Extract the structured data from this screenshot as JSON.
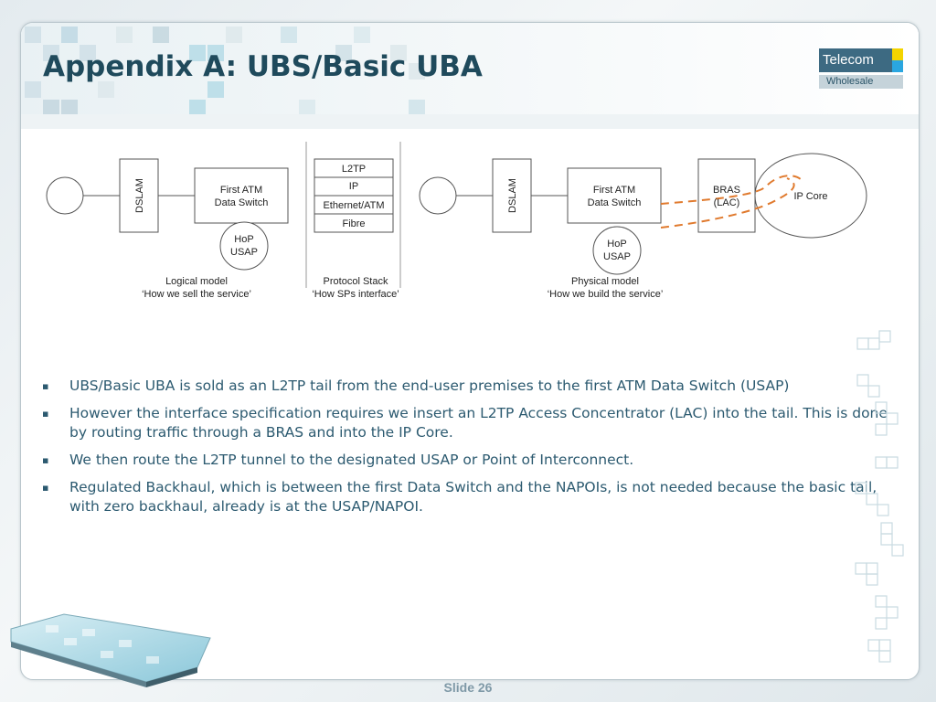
{
  "slide": {
    "title": "Appendix A: UBS/Basic UBA",
    "footer": "Slide 26"
  },
  "logo": {
    "top_text": "Telecom",
    "bottom_text": "Wholesale",
    "colors": {
      "dark": "#3d6a82",
      "yellow": "#f3d400",
      "blue": "#2aa6e0",
      "light": "#c5d3da"
    }
  },
  "diagram": {
    "logical": {
      "dslam": "DSLAM",
      "switch_line1": "First ATM",
      "switch_line2": "Data Switch",
      "hop_line1": "HoP",
      "hop_line2": "USAP",
      "caption_line1": "Logical model",
      "caption_line2": "‘How we sell the service’"
    },
    "stack": {
      "layers": [
        "L2TP",
        "IP",
        "Ethernet/ATM",
        "Fibre"
      ],
      "caption_line1": "Protocol Stack",
      "caption_line2": "‘How SPs interface’"
    },
    "physical": {
      "dslam": "DSLAM",
      "switch_line1": "First ATM",
      "switch_line2": "Data Switch",
      "hop_line1": "HoP",
      "hop_line2": "USAP",
      "bras_line1": "BRAS",
      "bras_line2": "(LAC)",
      "ip_core": "IP Core",
      "caption_line1": "Physical model",
      "caption_line2": "‘How we build the service’"
    },
    "colors": {
      "tunnel": "#e07a2e",
      "stroke": "#555555"
    }
  },
  "bullets": [
    "UBS/Basic UBA is sold as an L2TP tail from the end-user premises to the first ATM Data Switch (USAP)",
    "However the interface specification requires we insert an L2TP Access Concentrator (LAC) into the tail. This is done by routing traffic through a BRAS and into the IP Core.",
    "We then route the L2TP tunnel to the designated USAP or Point of Interconnect.",
    "Regulated Backhaul, which is between the first Data Switch and the NAPOIs, is not needed because the basic tail, with zero backhaul, already is at the USAP/NAPOI."
  ],
  "bullet_marker": "▪"
}
